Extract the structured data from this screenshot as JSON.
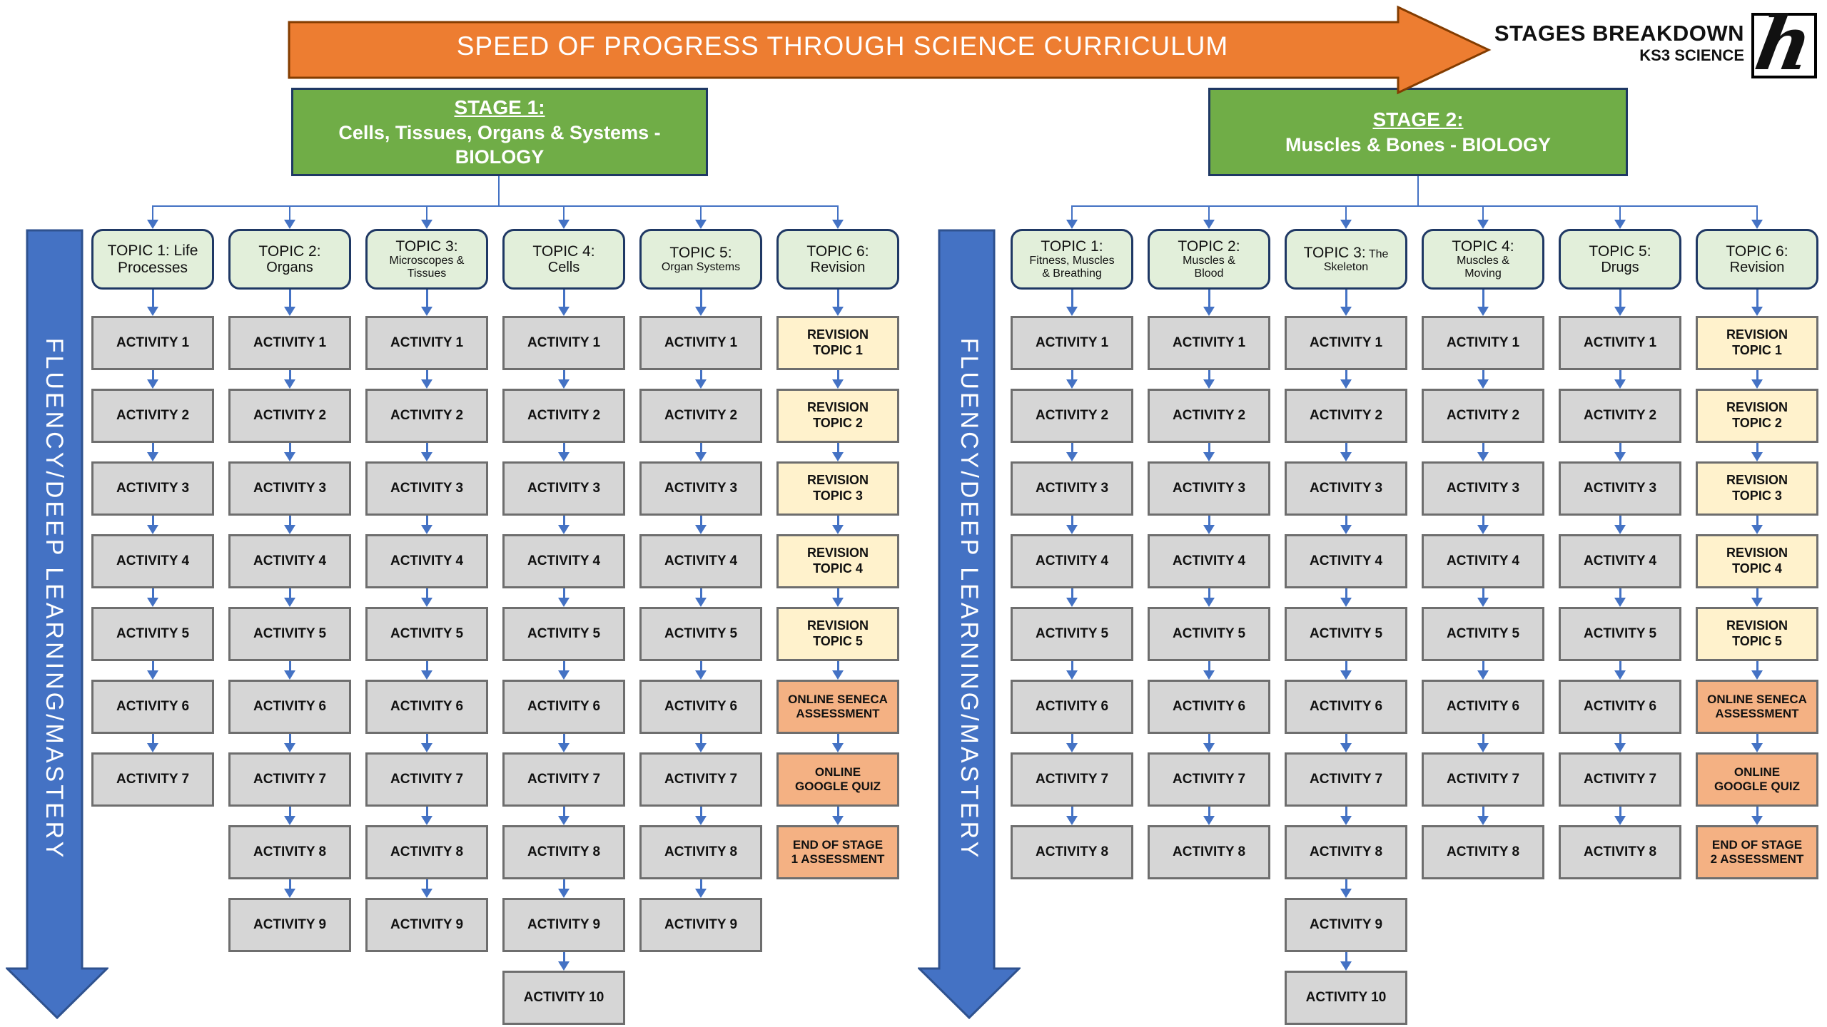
{
  "banner": {
    "label": "SPEED OF PROGRESS THROUGH SCIENCE CURRICULUM"
  },
  "brand": {
    "title": "STAGES BREAKDOWN",
    "subtitle": "KS3 SCIENCE",
    "logo_letter": "h"
  },
  "fluency_arrow_label": "FLUENCY/DEEP LEARNING/MASTERY",
  "colors": {
    "banner_orange": "#ED7D31",
    "banner_border": "#833C00",
    "stage_green": "#70AD47",
    "box_border_navy": "#1F3864",
    "topic_fill": "#E2EFDA",
    "activity_fill": "#D6D6D6",
    "revision_fill": "#FFF2CC",
    "assessment_fill": "#F4B183",
    "connector_blue": "#4472C4",
    "arrow_border": "#2F528F"
  },
  "stage1": {
    "title": "STAGE 1:",
    "subtitle": "Cells, Tissues, Organs & Systems -\nBIOLOGY",
    "columns": [
      {
        "topic_main": "TOPIC 1: Life Processes",
        "topic_suffix": "",
        "topic_sub": "",
        "topic_sub_small": "",
        "items": [
          {
            "label": "ACTIVITY 1",
            "type": "activity"
          },
          {
            "label": "ACTIVITY 2",
            "type": "activity"
          },
          {
            "label": "ACTIVITY 3",
            "type": "activity"
          },
          {
            "label": "ACTIVITY 4",
            "type": "activity"
          },
          {
            "label": "ACTIVITY 5",
            "type": "activity"
          },
          {
            "label": "ACTIVITY 6",
            "type": "activity"
          },
          {
            "label": "ACTIVITY 7",
            "type": "activity"
          }
        ]
      },
      {
        "topic_main": "TOPIC 2:",
        "topic_suffix": "",
        "topic_sub": "Organs",
        "topic_sub_small": "",
        "items": [
          {
            "label": "ACTIVITY 1",
            "type": "activity"
          },
          {
            "label": "ACTIVITY 2",
            "type": "activity"
          },
          {
            "label": "ACTIVITY 3",
            "type": "activity"
          },
          {
            "label": "ACTIVITY 4",
            "type": "activity"
          },
          {
            "label": "ACTIVITY 5",
            "type": "activity"
          },
          {
            "label": "ACTIVITY 6",
            "type": "activity"
          },
          {
            "label": "ACTIVITY 7",
            "type": "activity"
          },
          {
            "label": "ACTIVITY 8",
            "type": "activity"
          },
          {
            "label": "ACTIVITY 9",
            "type": "activity"
          }
        ]
      },
      {
        "topic_main": "TOPIC 3:",
        "topic_suffix": "",
        "topic_sub": "Microscopes &\nTissues",
        "topic_sub_small": "sm",
        "items": [
          {
            "label": "ACTIVITY 1",
            "type": "activity"
          },
          {
            "label": "ACTIVITY 2",
            "type": "activity"
          },
          {
            "label": "ACTIVITY 3",
            "type": "activity"
          },
          {
            "label": "ACTIVITY 4",
            "type": "activity"
          },
          {
            "label": "ACTIVITY 5",
            "type": "activity"
          },
          {
            "label": "ACTIVITY 6",
            "type": "activity"
          },
          {
            "label": "ACTIVITY 7",
            "type": "activity"
          },
          {
            "label": "ACTIVITY 8",
            "type": "activity"
          },
          {
            "label": "ACTIVITY 9",
            "type": "activity"
          }
        ]
      },
      {
        "topic_main": "TOPIC 4:",
        "topic_suffix": "",
        "topic_sub": "Cells",
        "topic_sub_small": "",
        "items": [
          {
            "label": "ACTIVITY 1",
            "type": "activity"
          },
          {
            "label": "ACTIVITY 2",
            "type": "activity"
          },
          {
            "label": "ACTIVITY 3",
            "type": "activity"
          },
          {
            "label": "ACTIVITY 4",
            "type": "activity"
          },
          {
            "label": "ACTIVITY 5",
            "type": "activity"
          },
          {
            "label": "ACTIVITY 6",
            "type": "activity"
          },
          {
            "label": "ACTIVITY 7",
            "type": "activity"
          },
          {
            "label": "ACTIVITY 8",
            "type": "activity"
          },
          {
            "label": "ACTIVITY 9",
            "type": "activity"
          },
          {
            "label": "ACTIVITY 10",
            "type": "activity"
          }
        ]
      },
      {
        "topic_main": "TOPIC 5:",
        "topic_suffix": "",
        "topic_sub": "Organ Systems",
        "topic_sub_small": "sm",
        "items": [
          {
            "label": "ACTIVITY 1",
            "type": "activity"
          },
          {
            "label": "ACTIVITY 2",
            "type": "activity"
          },
          {
            "label": "ACTIVITY 3",
            "type": "activity"
          },
          {
            "label": "ACTIVITY 4",
            "type": "activity"
          },
          {
            "label": "ACTIVITY 5",
            "type": "activity"
          },
          {
            "label": "ACTIVITY 6",
            "type": "activity"
          },
          {
            "label": "ACTIVITY 7",
            "type": "activity"
          },
          {
            "label": "ACTIVITY 8",
            "type": "activity"
          },
          {
            "label": "ACTIVITY 9",
            "type": "activity"
          }
        ]
      },
      {
        "topic_main": "TOPIC 6:",
        "topic_suffix": "",
        "topic_sub": "Revision",
        "topic_sub_small": "",
        "items": [
          {
            "label": "REVISION\nTOPIC 1",
            "type": "revision"
          },
          {
            "label": "REVISION\nTOPIC 2",
            "type": "revision"
          },
          {
            "label": "REVISION\nTOPIC 3",
            "type": "revision"
          },
          {
            "label": "REVISION\nTOPIC 4",
            "type": "revision"
          },
          {
            "label": "REVISION\nTOPIC 5",
            "type": "revision"
          },
          {
            "label": "ONLINE SENECA\nASSESSMENT",
            "type": "assessment"
          },
          {
            "label": "ONLINE\nGOOGLE QUIZ",
            "type": "assessment"
          },
          {
            "label": "END OF STAGE\n1 ASSESSMENT",
            "type": "assessment"
          }
        ]
      }
    ]
  },
  "stage2": {
    "title": "STAGE 2:",
    "subtitle": "Muscles & Bones - BIOLOGY",
    "columns": [
      {
        "topic_main": "TOPIC 1:",
        "topic_suffix": "",
        "topic_sub": "Fitness, Muscles\n& Breathing",
        "topic_sub_small": "sm",
        "items": [
          {
            "label": "ACTIVITY 1",
            "type": "activity"
          },
          {
            "label": "ACTIVITY 2",
            "type": "activity"
          },
          {
            "label": "ACTIVITY 3",
            "type": "activity"
          },
          {
            "label": "ACTIVITY 4",
            "type": "activity"
          },
          {
            "label": "ACTIVITY 5",
            "type": "activity"
          },
          {
            "label": "ACTIVITY 6",
            "type": "activity"
          },
          {
            "label": "ACTIVITY 7",
            "type": "activity"
          },
          {
            "label": "ACTIVITY 8",
            "type": "activity"
          }
        ]
      },
      {
        "topic_main": "TOPIC 2:",
        "topic_suffix": "",
        "topic_sub": "Muscles &\nBlood",
        "topic_sub_small": "sm",
        "items": [
          {
            "label": "ACTIVITY 1",
            "type": "activity"
          },
          {
            "label": "ACTIVITY 2",
            "type": "activity"
          },
          {
            "label": "ACTIVITY 3",
            "type": "activity"
          },
          {
            "label": "ACTIVITY 4",
            "type": "activity"
          },
          {
            "label": "ACTIVITY 5",
            "type": "activity"
          },
          {
            "label": "ACTIVITY 6",
            "type": "activity"
          },
          {
            "label": "ACTIVITY 7",
            "type": "activity"
          },
          {
            "label": "ACTIVITY 8",
            "type": "activity"
          }
        ]
      },
      {
        "topic_main": "TOPIC 3:",
        "topic_suffix": " The",
        "topic_sub": "Skeleton",
        "topic_sub_small": "sm",
        "items": [
          {
            "label": "ACTIVITY 1",
            "type": "activity"
          },
          {
            "label": "ACTIVITY 2",
            "type": "activity"
          },
          {
            "label": "ACTIVITY 3",
            "type": "activity"
          },
          {
            "label": "ACTIVITY 4",
            "type": "activity"
          },
          {
            "label": "ACTIVITY 5",
            "type": "activity"
          },
          {
            "label": "ACTIVITY 6",
            "type": "activity"
          },
          {
            "label": "ACTIVITY 7",
            "type": "activity"
          },
          {
            "label": "ACTIVITY 8",
            "type": "activity"
          },
          {
            "label": "ACTIVITY 9",
            "type": "activity"
          },
          {
            "label": "ACTIVITY 10",
            "type": "activity"
          }
        ]
      },
      {
        "topic_main": "TOPIC 4:",
        "topic_suffix": "",
        "topic_sub": "Muscles &\nMoving",
        "topic_sub_small": "sm",
        "items": [
          {
            "label": "ACTIVITY 1",
            "type": "activity"
          },
          {
            "label": "ACTIVITY 2",
            "type": "activity"
          },
          {
            "label": "ACTIVITY 3",
            "type": "activity"
          },
          {
            "label": "ACTIVITY 4",
            "type": "activity"
          },
          {
            "label": "ACTIVITY 5",
            "type": "activity"
          },
          {
            "label": "ACTIVITY 6",
            "type": "activity"
          },
          {
            "label": "ACTIVITY 7",
            "type": "activity"
          },
          {
            "label": "ACTIVITY 8",
            "type": "activity"
          }
        ]
      },
      {
        "topic_main": "TOPIC 5:",
        "topic_suffix": "",
        "topic_sub": "Drugs",
        "topic_sub_small": "",
        "items": [
          {
            "label": "ACTIVITY 1",
            "type": "activity"
          },
          {
            "label": "ACTIVITY 2",
            "type": "activity"
          },
          {
            "label": "ACTIVITY 3",
            "type": "activity"
          },
          {
            "label": "ACTIVITY 4",
            "type": "activity"
          },
          {
            "label": "ACTIVITY 5",
            "type": "activity"
          },
          {
            "label": "ACTIVITY 6",
            "type": "activity"
          },
          {
            "label": "ACTIVITY 7",
            "type": "activity"
          },
          {
            "label": "ACTIVITY 8",
            "type": "activity"
          }
        ]
      },
      {
        "topic_main": "TOPIC 6:",
        "topic_suffix": "",
        "topic_sub": "Revision",
        "topic_sub_small": "",
        "items": [
          {
            "label": "REVISION\nTOPIC 1",
            "type": "revision"
          },
          {
            "label": "REVISION\nTOPIC 2",
            "type": "revision"
          },
          {
            "label": "REVISION\nTOPIC 3",
            "type": "revision"
          },
          {
            "label": "REVISION\nTOPIC 4",
            "type": "revision"
          },
          {
            "label": "REVISION\nTOPIC 5",
            "type": "revision"
          },
          {
            "label": "ONLINE SENECA\nASSESSMENT",
            "type": "assessment"
          },
          {
            "label": "ONLINE\nGOOGLE QUIZ",
            "type": "assessment"
          },
          {
            "label": "END OF STAGE\n2 ASSESSMENT",
            "type": "assessment"
          }
        ]
      }
    ]
  }
}
